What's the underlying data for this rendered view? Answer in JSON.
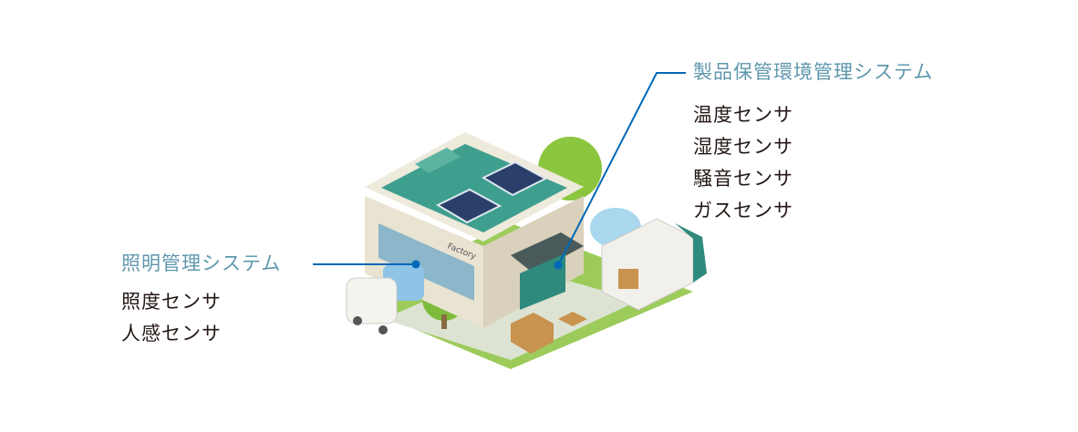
{
  "lighting_system": {
    "title": "照明管理システム",
    "sensors": [
      "照度センサ",
      "人感センサ"
    ]
  },
  "storage_system": {
    "title": "製品保管環境管理システム",
    "sensors": [
      "温度センサ",
      "湿度センサ",
      "騒音センサ",
      "ガスセンサ"
    ]
  },
  "building_sign": "Factory",
  "colors": {
    "heading": "#5f97ad",
    "leader_line": "#0068b7",
    "text": "#231815",
    "grass": "#8cc63f",
    "roof": "#3f9f8f"
  }
}
